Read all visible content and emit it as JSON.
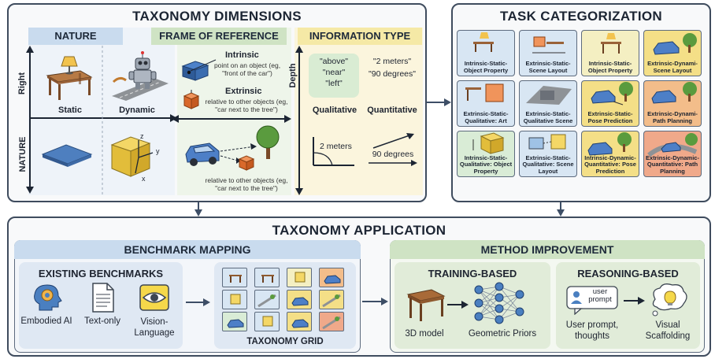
{
  "taxonomy_dimensions": {
    "title": "TAXONOMY DIMENSIONS",
    "nature": {
      "header": "NATURE",
      "axis_top": "Right",
      "axis_bottom": "NATURE",
      "static_label": "Static",
      "dynamic_label": "Dynamic",
      "axis_x": "x",
      "axis_y": "y",
      "axis_z": "z"
    },
    "frame_of_reference": {
      "header": "FRAME OF REFERENCE",
      "intrinsic_title": "Intrinsic",
      "intrinsic_desc": "point on an object (eg, \"front of the car\")",
      "extrinsic_title": "Extrinsic",
      "extrinsic_desc": "relative to other objects (eg, \"car next to the tree\")",
      "bottom_desc": "relative to other objects (eg, \"car next to the tree\")"
    },
    "information_type": {
      "header": "INFORMATION TYPE",
      "axis_label": "Depth",
      "qualitative_words": [
        "\"above\"",
        "\"near\"",
        "\"left\""
      ],
      "quantitative_words": [
        "\"2 meters\"",
        "\"90 degrees\""
      ],
      "qualitative_label": "Qualitative",
      "quantitative_label": "Quantitative",
      "measure_1": "2 meters",
      "measure_2": "90 degrees"
    }
  },
  "task_categorization": {
    "title": "TASK CATEGORIZATION",
    "cells": [
      {
        "label": "Intrinsic-Static-Object Property",
        "color": "#d8e6f3"
      },
      {
        "label": "Extrinsic-Static-Scene Layout",
        "color": "#d8e6f3"
      },
      {
        "label": "Intrinsic-Static-Object Property",
        "color": "#f4efc2"
      },
      {
        "label": "Extrinsic-Dynami-Scene Layout",
        "color": "#f4df87"
      },
      {
        "label": "Extrinsic-Static-Qualitative: Art",
        "color": "#d8e6f3"
      },
      {
        "label": "Extrinsic-Static-Qualitative Scene",
        "color": "#d8e6f3"
      },
      {
        "label": "Extrinsic-Static-Pose Prediction",
        "color": "#f4df87"
      },
      {
        "label": "Extrinsic-Dynami-Path Planning",
        "color": "#f3bd8a"
      },
      {
        "label": "Intrinsic-Static-Qualitative: Object Property",
        "color": "#d9ecd6"
      },
      {
        "label": "Extrinsic-Static-Qualitative: Scene Layout",
        "color": "#d8e6f3"
      },
      {
        "label": "Intrinsic-Dynamic-Quantitative: Pose Prediction",
        "color": "#f4df87"
      },
      {
        "label": "Extrinsic-Dynamic-Quantitative: Path Planning",
        "color": "#f0a98a"
      }
    ]
  },
  "taxonomy_application": {
    "title": "TAXONOMY APPLICATION",
    "benchmark_mapping": {
      "header": "BENCHMARK MAPPING",
      "existing_title": "EXISTING BENCHMARKS",
      "items": [
        "Embodied AI",
        "Text-only",
        "Vision-Language"
      ],
      "grid_label": "TAXONOMY GRID"
    },
    "method_improvement": {
      "header": "METHOD IMPROVEMENT",
      "training": {
        "title": "TRAINING-BASED",
        "left_label": "3D model",
        "right_label": "Geometric Priors"
      },
      "reasoning": {
        "title": "REASONING-BASED",
        "bubble_text": "user prompt",
        "left_label": "User prompt, thoughts",
        "right_label": "Visual Scaffolding"
      }
    }
  },
  "colors": {
    "panel_border": "#3f4c5e",
    "nature_blue": "#c9dbee",
    "frame_green": "#cfe3c4",
    "info_yellow": "#f5e9a6",
    "arrow": "#3d4e66"
  }
}
